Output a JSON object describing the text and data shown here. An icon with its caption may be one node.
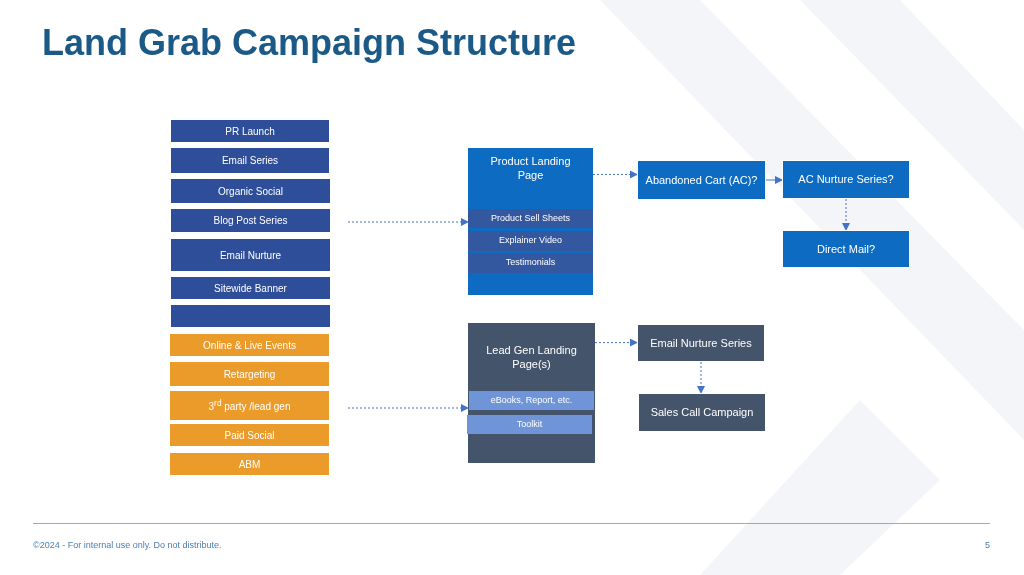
{
  "diagram": {
    "title": "Land Grab Campaign Structure",
    "nodes": [
      {
        "text": [
          "PR Launch"
        ]
      },
      {
        "text": [
          "Email Series"
        ]
      },
      {
        "text": [
          "Organic Social"
        ]
      },
      {
        "text": [
          "Blog Post Series"
        ]
      },
      {
        "text": [
          "Email Nurture"
        ]
      },
      {
        "text": [
          "Sitewide Banner"
        ]
      },
      {
        "text": [],
        "shape": "box"
      },
      {
        "text": [
          "Online & Live Events"
        ]
      },
      {
        "text": [
          "Retargeting"
        ]
      },
      {
        "text": [
          "3$^{rd}$ party /lead gen"
        ]
      },
      {
        "text": [
          "Paid Social"
        ]
      },
      {
        "text": [
          "ABM"
        ]
      },
      {
        "text": [
          "Product Landing Page"
        ]
      },
      {
        "text": [
          "Product Sell Sheets"
        ],
        "in": 12
      },
      {
        "text": [
          "Explainer Video"
        ],
        "in": 12
      },
      {
        "text": [
          "Testimonials"
        ],
        "in": 12
      },
      {
        "text": [
          "Abandoned Cart (AC)?"
        ]
      },
      {
        "text": [
          "AC Nurture Series?"
        ]
      },
      {
        "text": [
          "Direct Mail?"
        ]
      },
      {
        "text": [
          "Lead Gen Landing Page(s)"
        ]
      },
      {
        "text": [
          "eBooks, Report, etc."
        ],
        "in": 19
      },
      {
        "text": [
          "Toolkit"
        ],
        "in": 19
      },
      {
        "text": [
          "Email Nurture Series"
        ]
      },
      {
        "text": [
          "Sales Call Campaign"
        ]
      }
    ],
    "edges": [
      {
        "from": null,
        "to": 12,
        "arrow": "to",
        "style": "dashed"
      },
      {
        "from": 12,
        "to": 16,
        "arrow": "to",
        "style": "dashed"
      },
      {
        "from": 16,
        "to": 17,
        "arrow": "to"
      },
      {
        "from": 17,
        "to": 18,
        "arrow": "to",
        "style": "dashed"
      },
      {
        "from": null,
        "to": 19,
        "arrow": "to",
        "style": "dashed"
      },
      {
        "from": 19,
        "to": 22,
        "arrow": "to",
        "style": "dashed"
      },
      {
        "from": 22,
        "to": 23,
        "arrow": "to",
        "style": "dashed"
      }
    ],
    "labels": [
      "©2024 - For internal use only. Do not distribute.",
      "5"
    ]
  }
}
